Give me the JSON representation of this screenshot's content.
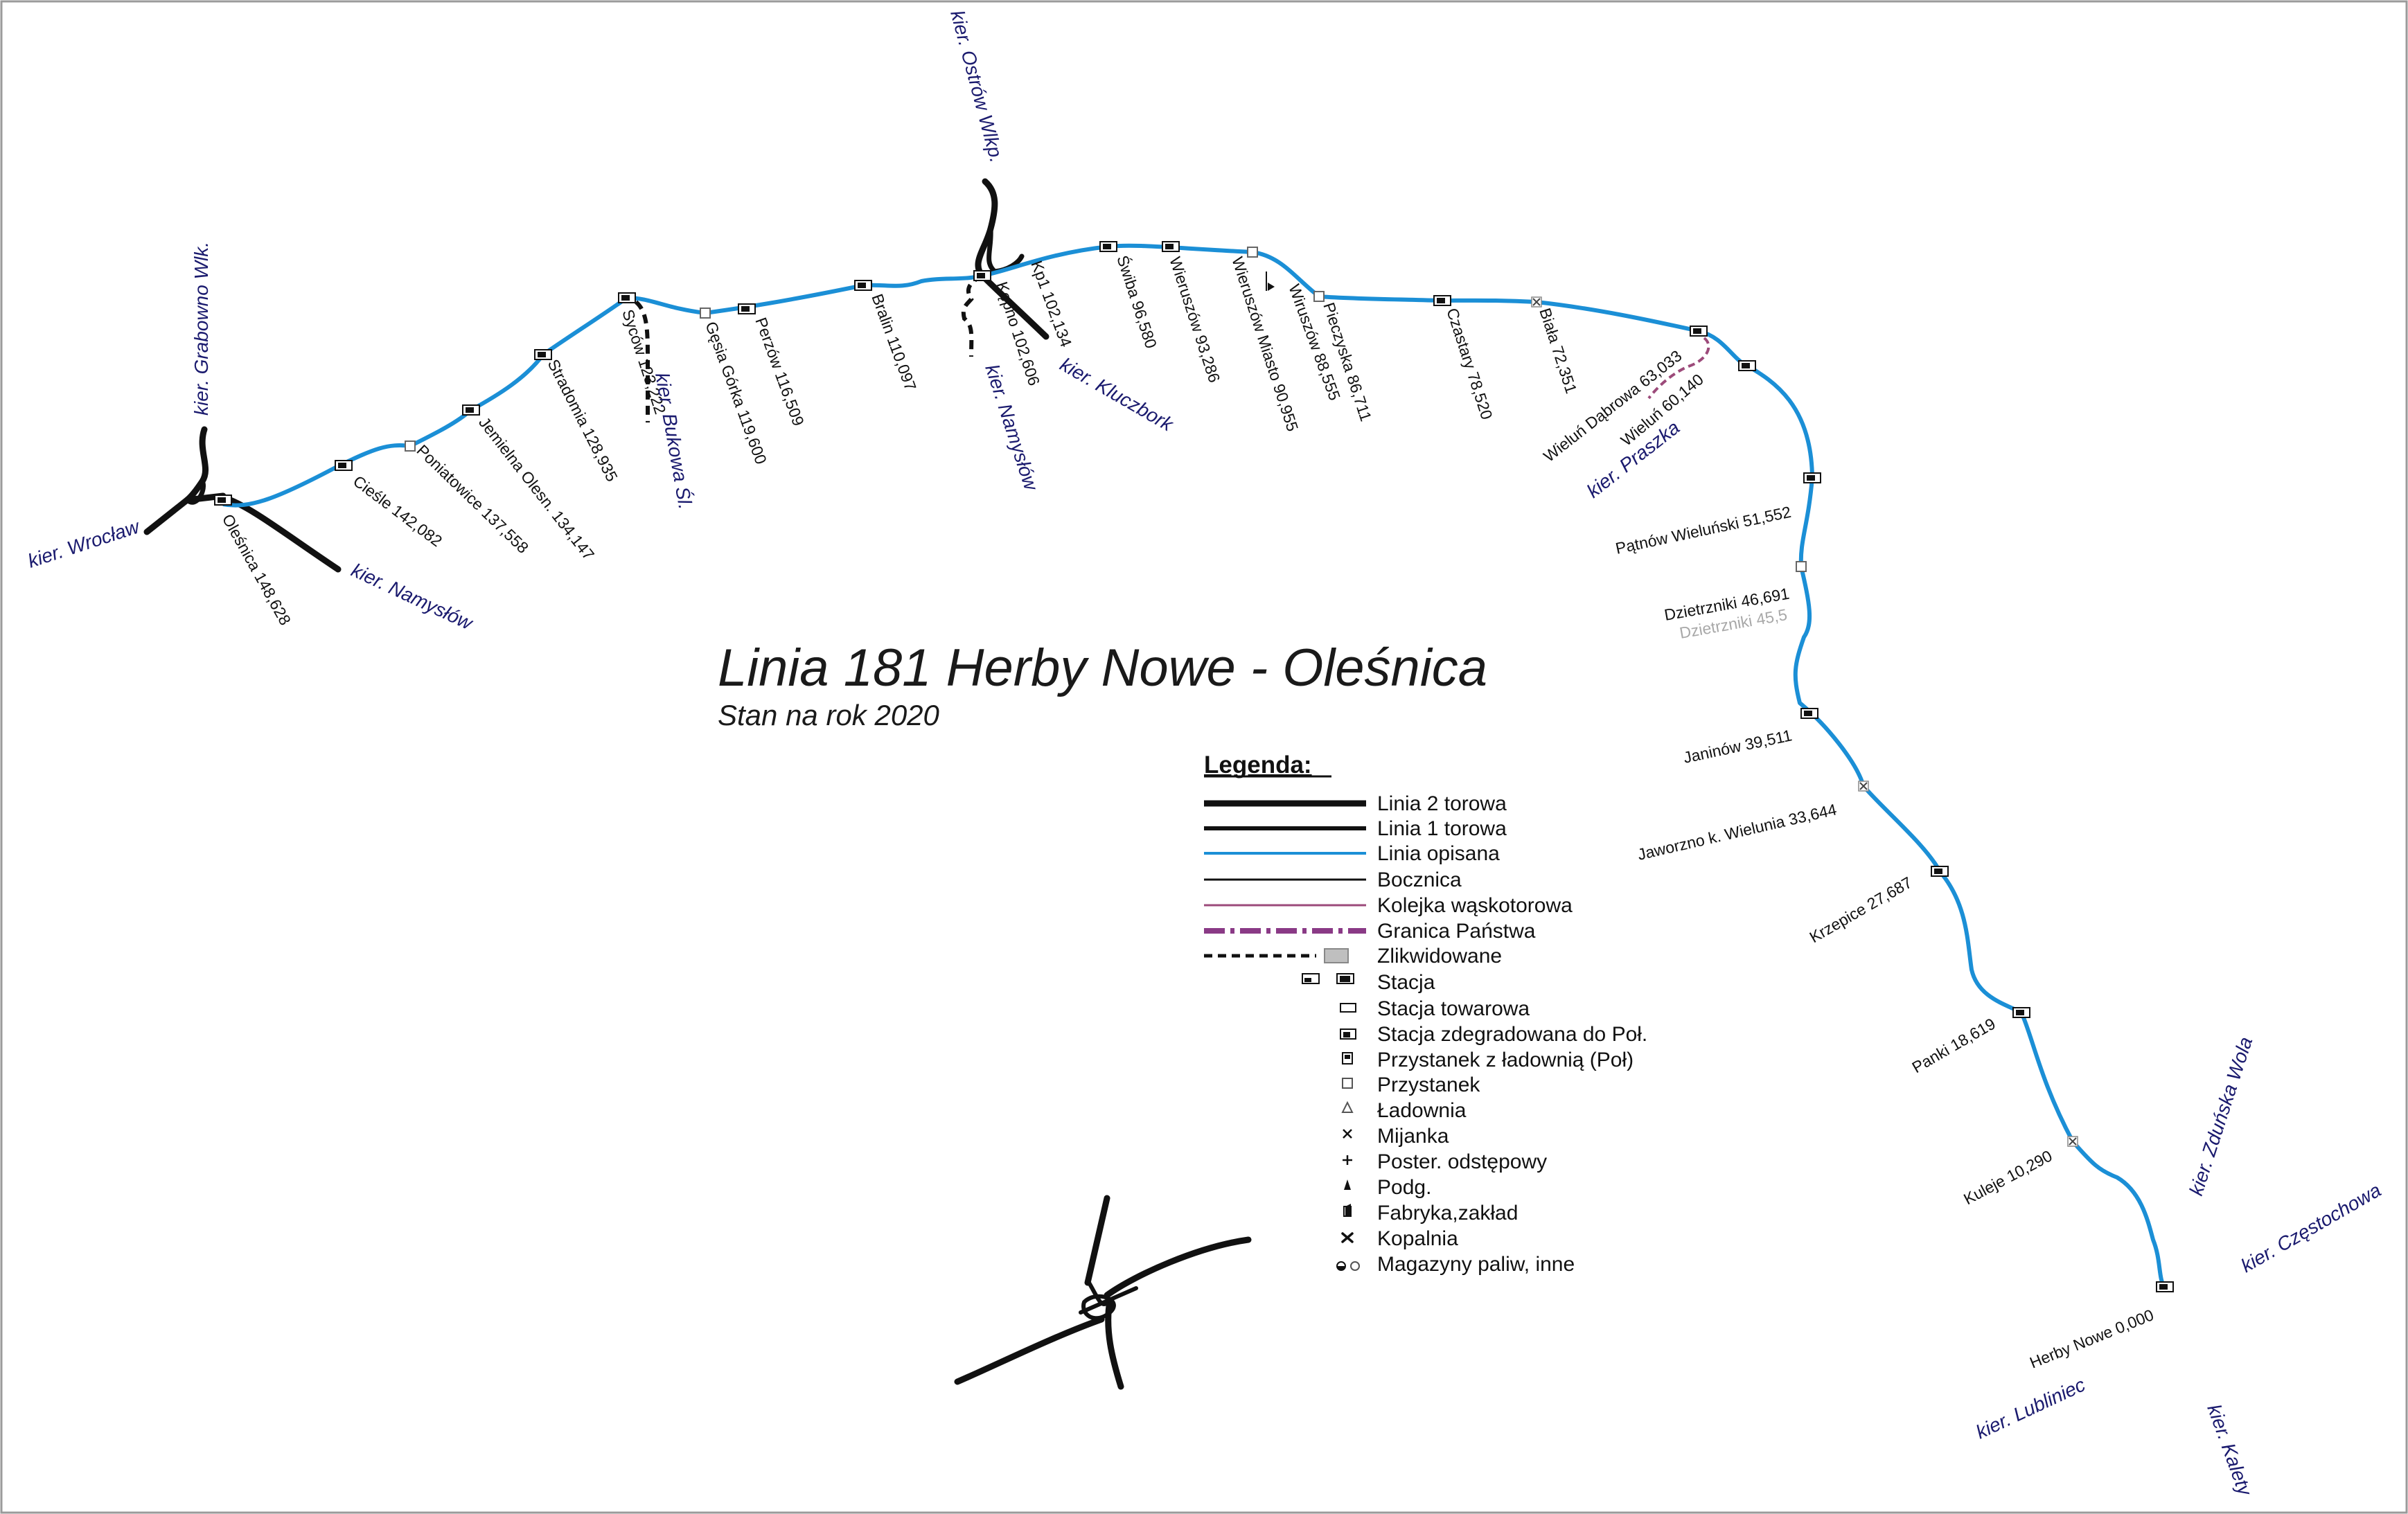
{
  "title": "Linia 181 Herby Nowe - Oleśnica",
  "subtitle": "Stan na rok 2020",
  "stations": [
    {
      "id": "olesnica",
      "label": "Oleśnica 148,628"
    },
    {
      "id": "ciesle",
      "label": "Cieśle 142,082"
    },
    {
      "id": "poniatowice",
      "label": "Poniatowice 137,558"
    },
    {
      "id": "jemielna",
      "label": "Jemielna Olesn. 134,147"
    },
    {
      "id": "stradomia",
      "label": "Stradomia 128,935"
    },
    {
      "id": "sycow",
      "label": "Syców 123,222"
    },
    {
      "id": "gesia",
      "label": "Gęsia Górka 119,600"
    },
    {
      "id": "perzow",
      "label": "Perzów 116,509"
    },
    {
      "id": "bralin",
      "label": "Bralin 110,097"
    },
    {
      "id": "kepno",
      "label": "Kępno 102,606"
    },
    {
      "id": "kp1",
      "label": "Kp1 102,134"
    },
    {
      "id": "swiba",
      "label": "Świba 96,580"
    },
    {
      "id": "wieruszow",
      "label": "Wieruszów 93,286"
    },
    {
      "id": "wieruszowm",
      "label": "Wieruszów Miasto 90,955"
    },
    {
      "id": "wiruszow",
      "label": "Wiruszów  88,555"
    },
    {
      "id": "pieczyska",
      "label": "Pieczyska 86,711"
    },
    {
      "id": "czastary",
      "label": "Czastary 78,520"
    },
    {
      "id": "biala",
      "label": "Biała 72,351"
    },
    {
      "id": "wielundabrowa",
      "label": "Wieluń Dąbrowa 63,033"
    },
    {
      "id": "wielun",
      "label": "Wieluń 60,140"
    },
    {
      "id": "patnow",
      "label": "Pątnów Wieluński 51,552"
    },
    {
      "id": "dzietrzniki",
      "label": "Dzietrzniki 46,691"
    },
    {
      "id": "dzietrzniki_old",
      "label": "Dzietrzniki 45,5"
    },
    {
      "id": "janinow",
      "label": "Janinów 39,511"
    },
    {
      "id": "jaworzno",
      "label": "Jaworzno k. Wielunia 33,644"
    },
    {
      "id": "krzepice",
      "label": "Krzepice 27,687"
    },
    {
      "id": "panki",
      "label": "Panki 18,619"
    },
    {
      "id": "kuleje",
      "label": "Kuleje 10,290"
    },
    {
      "id": "herby",
      "label": "Herby Nowe 0,000"
    }
  ],
  "directions": [
    {
      "id": "grabowno",
      "label": "kier. Grabowno Wlk."
    },
    {
      "id": "wroclaw",
      "label": "kier. Wrocław"
    },
    {
      "id": "namyslow1",
      "label": "kier. Namysłów"
    },
    {
      "id": "bukowa",
      "label": "kier. Bukowa Śl."
    },
    {
      "id": "ostrow",
      "label": "kier. Ostrów Wlkp."
    },
    {
      "id": "namyslow2",
      "label": "kier. Namysłów"
    },
    {
      "id": "kluczbork",
      "label": "kier. Kluczbork"
    },
    {
      "id": "praszka",
      "label": "kier. Praszka"
    },
    {
      "id": "zdunska",
      "label": "kier. Zduńska Wola"
    },
    {
      "id": "czestochowa",
      "label": "kier. Częstochowa"
    },
    {
      "id": "lubliniec",
      "label": "kier. Lubliniec"
    },
    {
      "id": "kalety",
      "label": "kier. Kalety"
    }
  ],
  "legend": {
    "heading": "Legenda:",
    "items": [
      {
        "id": "double",
        "label": "Linia 2 torowa",
        "icon": "thick-black-line"
      },
      {
        "id": "single",
        "label": "Linia 1 torowa",
        "icon": "black-line"
      },
      {
        "id": "described",
        "label": "Linia opisana",
        "icon": "blue-line"
      },
      {
        "id": "siding",
        "label": "Bocznica",
        "icon": "thin-black-line"
      },
      {
        "id": "narrow",
        "label": "Kolejka wąskotorowa",
        "icon": "thin-purple-line"
      },
      {
        "id": "border",
        "label": "Granica Państwa",
        "icon": "purple-dash-dot-line"
      },
      {
        "id": "closed",
        "label": "Zlikwidowane",
        "icon": "dashed-line"
      },
      {
        "id": "station",
        "label": "Stacja",
        "icon": "station-marker"
      },
      {
        "id": "freight",
        "label": "Stacja towarowa",
        "icon": "freight-marker"
      },
      {
        "id": "degraded",
        "label": "Stacja zdegradowana do Poł.",
        "icon": "degraded-marker"
      },
      {
        "id": "stoploading",
        "label": "Przystanek z ładownią (Poł)",
        "icon": "stop-loading-marker"
      },
      {
        "id": "stop",
        "label": "Przystanek",
        "icon": "stop-marker"
      },
      {
        "id": "loading",
        "label": "Ładownia",
        "icon": "triangle-marker"
      },
      {
        "id": "passing",
        "label": "Mijanka",
        "icon": "cross-marker"
      },
      {
        "id": "block",
        "label": "Poster. odstępowy",
        "icon": "plus-marker"
      },
      {
        "id": "podg",
        "label": "Podg.",
        "icon": "podg-marker"
      },
      {
        "id": "factory",
        "label": "Fabryka,zakład",
        "icon": "factory-marker"
      },
      {
        "id": "mine",
        "label": "Kopalnia",
        "icon": "mine-marker"
      },
      {
        "id": "fuel",
        "label": "Magazyny paliw, inne",
        "icon": "fuel-marker"
      }
    ]
  },
  "colors": {
    "line_described": "#1b8fd6",
    "line_black": "#111111",
    "narrow_gauge": "#9c4a7a",
    "border": "#8a3a86",
    "direction_text": "#1a1a6e",
    "muted_text": "#a8a8a8",
    "frame": "#9a9a9a"
  }
}
